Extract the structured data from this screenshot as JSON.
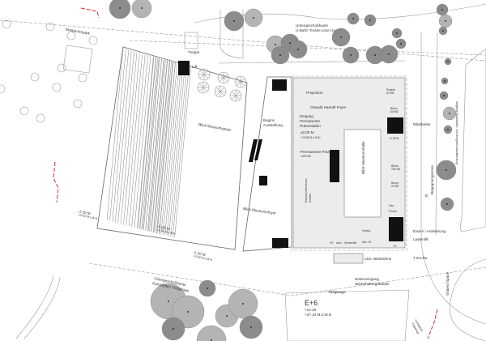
{
  "labels": {
    "sculpture_park": "Skulpturenpark",
    "stairs": "Treppe",
    "lift": "Lift",
    "view_museumsplatz": "Blick Museumsplatz",
    "level_west_1": "-1.20 M",
    "level_west_1_abs": "+13.50 M.ü.W.N",
    "level_center": "-5.20 M",
    "level_center_abs": "+5.60 M.ü.W.N",
    "level_south": "-1.20 M",
    "level_south_abs": "+13.50 M.ü.W.N",
    "garage_edge_1": "Untergeschoßkante",
    "garage_edge_2": "Kampfplatz Tiefgarage",
    "ubahn_edge_1": "Untergeschoßkante",
    "ubahn_edge_2": "U-Bahn Trasse Linie U4",
    "projection": "Projection",
    "foyer": "Oswald Haerdtl Foyer",
    "entrance_1": "Eingang",
    "entrance_2": "Permanente",
    "entrance_3": "Präsentation",
    "entrance_level": "±0.00 M",
    "entrance_level_abs": "+15.85 M.ü.W.N",
    "start_1": "Beginn",
    "start_2": "Ausstellung",
    "permanent": "Permanente Präs.",
    "permanent_area": "1000 M2",
    "view_hall": "Blick Museumshalle",
    "party_1": "Partyraum/Lectures",
    "party_2": "Zimmer",
    "view_foyer": "Blick Museumsfoyer",
    "project": "Projekt",
    "project_area": "50 M2",
    "office_top": "Büros",
    "office_top_area": "60 M2",
    "staff": "Mitarbeiter",
    "level_east": "+1.35 M",
    "office": "Büros",
    "office_area": "180 M2",
    "meeting": "Bespr.",
    "meeting_area": "20 M2",
    "sanitary": "San.",
    "porter": "Portier",
    "ht": "HT",
    "lift_room": "Aufz.",
    "security": "Sicherheit",
    "lecture": "Vorleg.",
    "sez": "Sez. W.",
    "pr": "Pr.",
    "delivery": "Extern / Anlieferung",
    "freight_lift": "Lastenlift",
    "truck_stop": "T.St Lkw",
    "truck_lift": "Lkw Hebebühne",
    "side_entrance_1": "Nebeneingang",
    "side_entrance_2": "Winterhaltergebäude",
    "garage": "Tiefgarage",
    "tower": "E+6",
    "tower_height": "+22.20",
    "tower_abs": "+37.10 M.ü.W.N",
    "encounter_zone": "Begegnungszone",
    "extension": "mögliche Bauklassen- und Dreigeschoßaufstockung",
    "shared_space": "Shared Space",
    "section_b": "B",
    "garage_se_1": "Kampfplatz",
    "garage_se_2": "Tiefgarage"
  },
  "colors": {
    "tree_dark": "#8c8c8c",
    "tree_light": "#b4b4b4",
    "accent_red": "#d43030"
  }
}
